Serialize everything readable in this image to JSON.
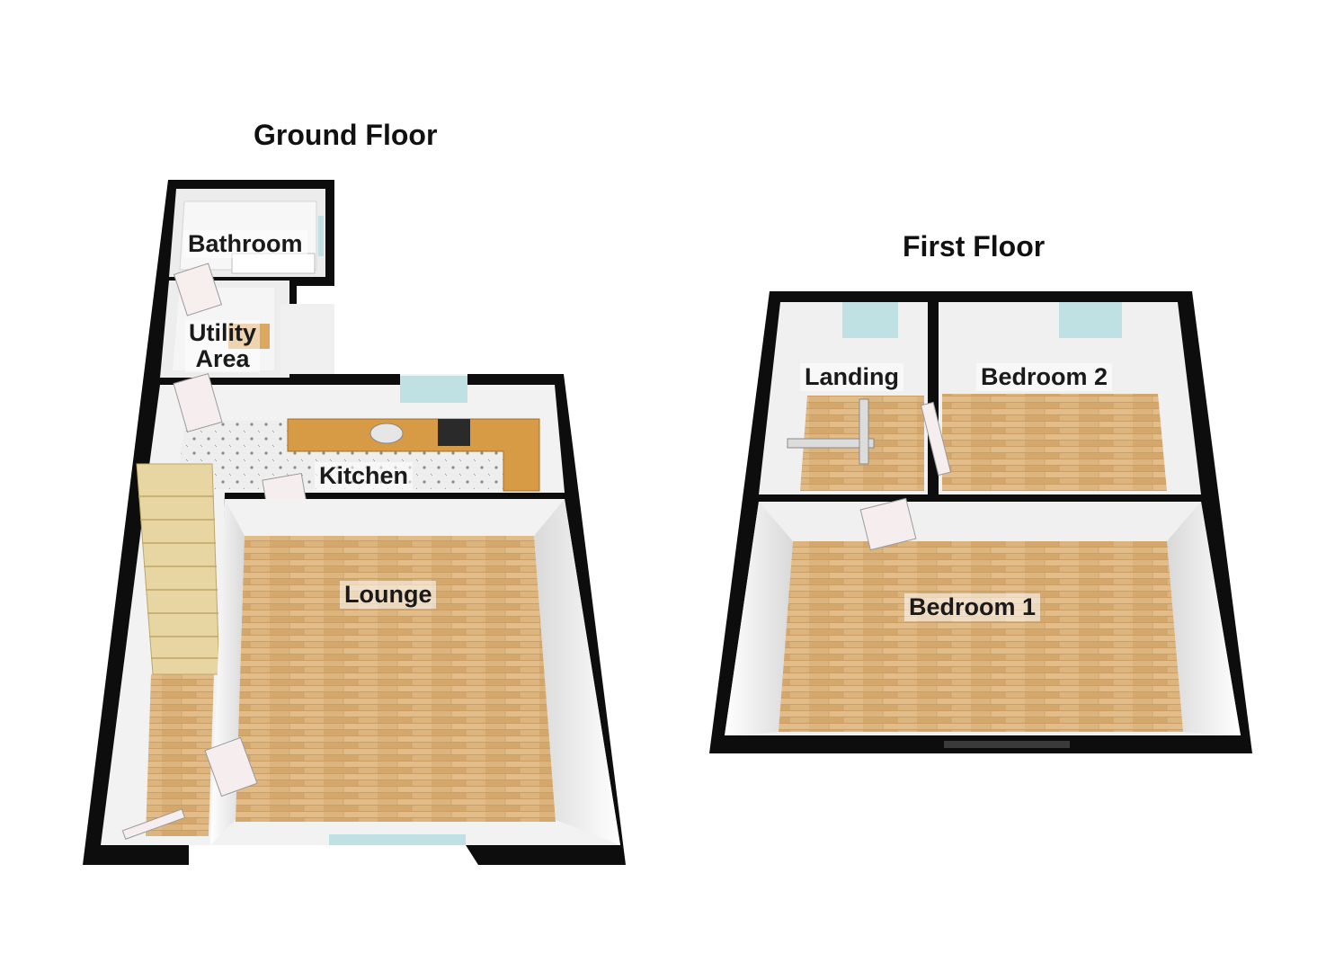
{
  "floors": [
    {
      "title": "Ground Floor",
      "rooms": {
        "bathroom": "Bathroom",
        "utility_line1": "Utility",
        "utility_line2": "Area",
        "kitchen": "Kitchen",
        "lounge": "Lounge"
      }
    },
    {
      "title": "First Floor",
      "rooms": {
        "landing": "Landing",
        "bedroom2": "Bedroom 2",
        "bedroom1": "Bedroom 1"
      }
    }
  ],
  "colors": {
    "wall": "#0d0d0d",
    "floor_wood": "#d9b07a",
    "floor_wood_dark": "#c99a5e",
    "inner_wall": "#f2f2f2",
    "tile": "#e6e6e6",
    "worktop": "#d79a45",
    "stairs": "#e8d6a2",
    "glass": "#bfe1e4"
  }
}
